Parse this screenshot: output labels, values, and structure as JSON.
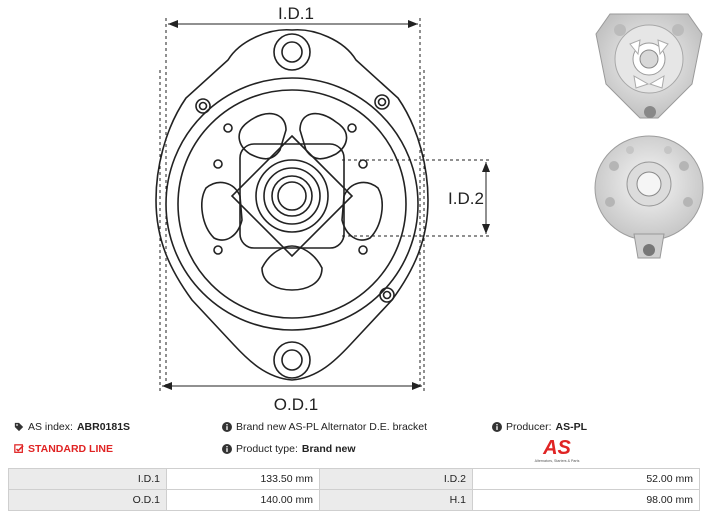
{
  "drawing": {
    "label_id1": "I.D.1",
    "label_id2": "I.D.2",
    "label_od1": "O.D.1"
  },
  "info": {
    "as_index_label": "AS index:",
    "as_index_value": "ABR0181S",
    "description": "Brand new AS-PL Alternator D.E. bracket",
    "producer_label": "Producer:",
    "producer_value": "AS-PL",
    "line_label": "STANDARD LINE",
    "product_type_label": "Product type:",
    "product_type_value": "Brand new"
  },
  "logo": {
    "mark": "AS",
    "tagline": "Alternators, Starters & Parts",
    "color": "#e02424"
  },
  "specs": [
    {
      "label": "I.D.1",
      "value": "133.50 mm",
      "label2": "I.D.2",
      "value2": "52.00 mm"
    },
    {
      "label": "O.D.1",
      "value": "140.00 mm",
      "label2": "H.1",
      "value2": "98.00 mm"
    }
  ],
  "icons": {
    "tag": "tag-icon",
    "info": "info-icon",
    "check": "checkbox-icon"
  }
}
